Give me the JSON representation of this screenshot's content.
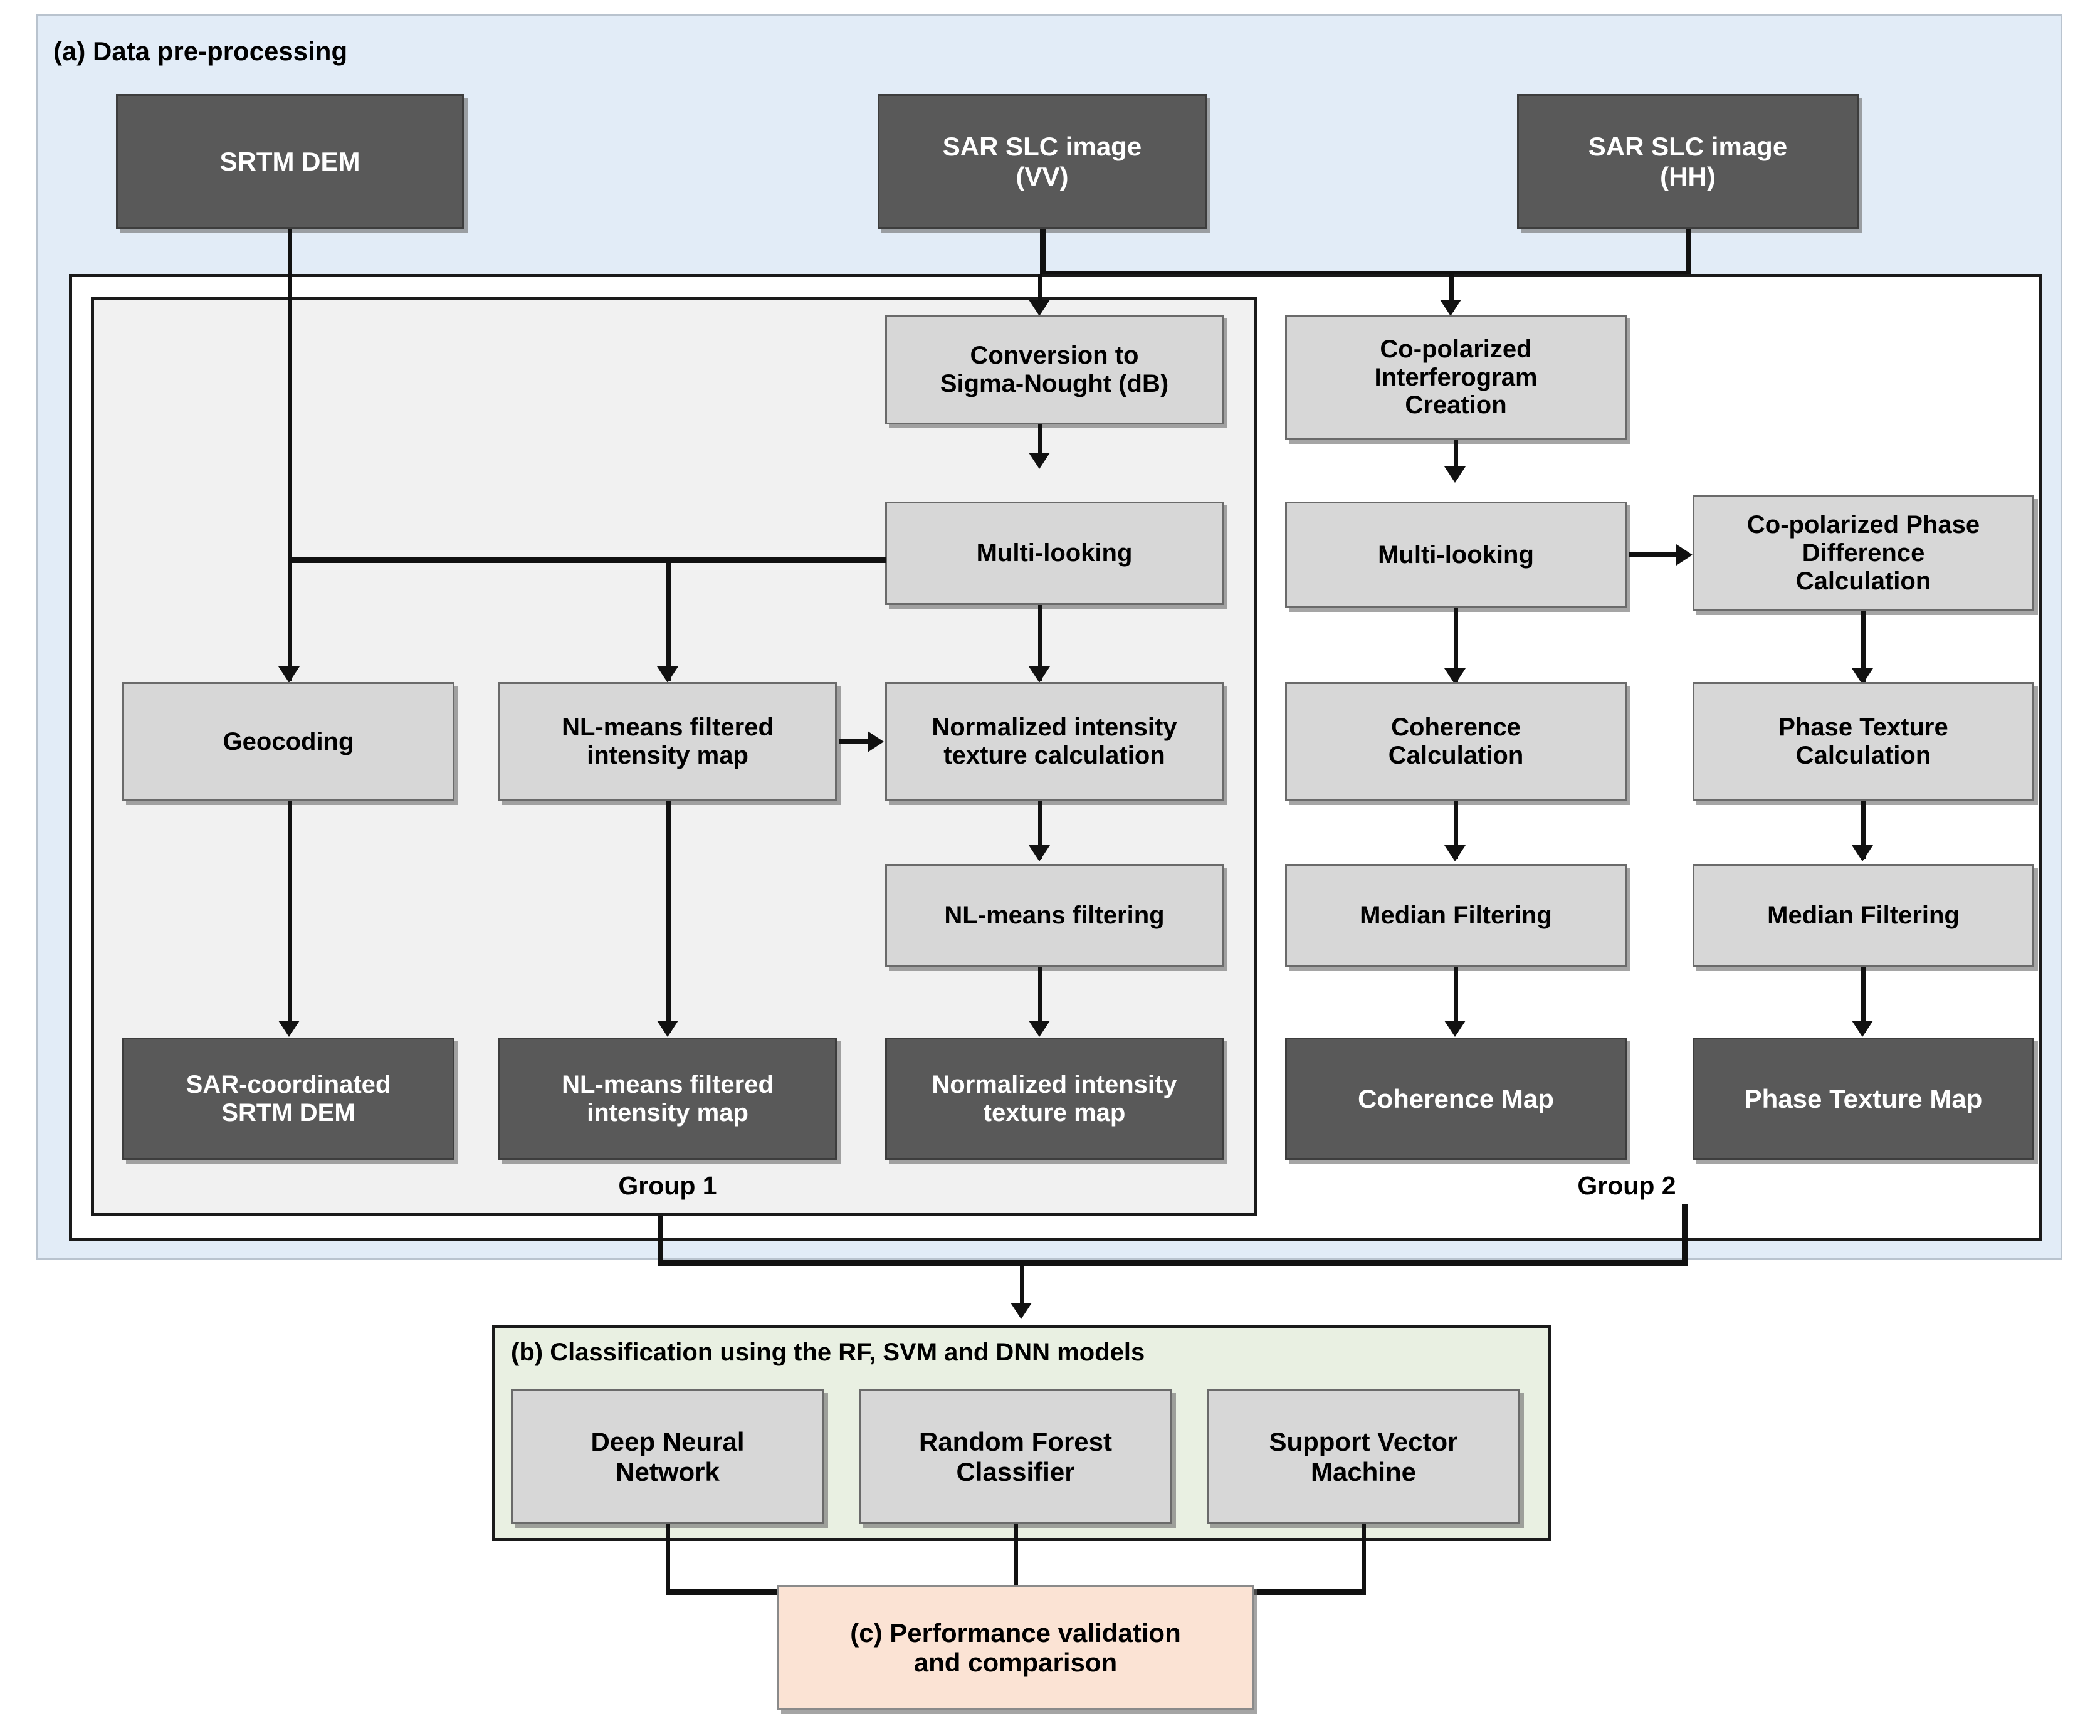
{
  "sections": {
    "a": {
      "label": "(a) Data pre-processing"
    },
    "b": {
      "label": "(b) Classification using the RF, SVM and DNN models"
    }
  },
  "groups": {
    "group1": {
      "tag": "Group 1"
    },
    "group2": {
      "tag": "Group 2"
    }
  },
  "inputs": [
    {
      "id": "srtm-dem",
      "label": "SRTM DEM",
      "style": "dark"
    },
    {
      "id": "sar-slc-vv",
      "label": "SAR SLC image\n(VV)",
      "line1": "SAR SLC image",
      "line2": "(VV)",
      "style": "dark"
    },
    {
      "id": "sar-slc-hh",
      "label": "SAR SLC image\n(HH)",
      "line1": "SAR SLC image",
      "line2": "(HH)",
      "style": "dark"
    }
  ],
  "group1_nodes": [
    {
      "id": "conversion-sigma-nought",
      "line1": "Conversion to",
      "line2": "Sigma-Nought (dB)",
      "style": "lightgray"
    },
    {
      "id": "multi-looking-g1",
      "line1": "Multi-looking",
      "line2": "",
      "style": "lightgray"
    },
    {
      "id": "geocoding",
      "line1": "Geocoding",
      "line2": "",
      "style": "lightgray"
    },
    {
      "id": "nl-means-filtered-intensity-map-proc",
      "line1": "NL-means filtered",
      "line2": "intensity map",
      "style": "lightgray"
    },
    {
      "id": "normalized-intensity-texture-calculation",
      "line1": "Normalized intensity",
      "line2": "texture calculation",
      "style": "lightgray"
    },
    {
      "id": "nl-means-filtering",
      "line1": "NL-means filtering",
      "line2": "",
      "style": "lightgray"
    },
    {
      "id": "sar-coordinated-srtm-dem",
      "line1": "SAR-coordinated",
      "line2": "SRTM DEM",
      "style": "dark"
    },
    {
      "id": "nl-means-filtered-intensity-map-out",
      "line1": "NL-means filtered",
      "line2": "intensity map",
      "style": "dark"
    },
    {
      "id": "normalized-intensity-texture-map",
      "line1": "Normalized intensity",
      "line2": "texture map",
      "style": "dark"
    }
  ],
  "group2_nodes": [
    {
      "id": "co-polarized-interferogram-creation",
      "line1": "Co-polarized",
      "line2": "Interferogram",
      "line3": "Creation",
      "style": "lightgray"
    },
    {
      "id": "multi-looking-g2",
      "line1": "Multi-looking",
      "line2": "",
      "style": "lightgray"
    },
    {
      "id": "co-polarized-phase-difference-calculation",
      "line1": "Co-polarized Phase",
      "line2": "Difference",
      "line3": "Calculation",
      "style": "lightgray"
    },
    {
      "id": "coherence-calculation",
      "line1": "Coherence",
      "line2": "Calculation",
      "style": "lightgray"
    },
    {
      "id": "phase-texture-calculation",
      "line1": "Phase Texture",
      "line2": "Calculation",
      "style": "lightgray"
    },
    {
      "id": "median-filtering-left",
      "line1": "Median Filtering",
      "line2": "",
      "style": "lightgray"
    },
    {
      "id": "median-filtering-right",
      "line1": "Median Filtering",
      "line2": "",
      "style": "lightgray"
    },
    {
      "id": "coherence-map",
      "line1": "Coherence Map",
      "line2": "",
      "style": "dark"
    },
    {
      "id": "phase-texture-map",
      "line1": "Phase Texture Map",
      "line2": "",
      "style": "dark"
    }
  ],
  "classifiers": [
    {
      "id": "deep-neural-network",
      "line1": "Deep Neural",
      "line2": "Network"
    },
    {
      "id": "random-forest-classifier",
      "line1": "Random Forest",
      "line2": "Classifier"
    },
    {
      "id": "support-vector-machine",
      "line1": "Support Vector",
      "line2": "Machine"
    }
  ],
  "output": {
    "id": "performance-validation",
    "line1": "(c) Performance validation",
    "line2": "and comparison"
  },
  "colors": {
    "panel_a_bg": "#e2ecf7",
    "panel_b_bg": "#e9f0e2",
    "group1_bg": "#f1f1f1",
    "dark_node_bg": "#595959",
    "light_node_bg": "#d7d7d7",
    "output_bg": "#fbe3d4",
    "connector": "#111111"
  }
}
